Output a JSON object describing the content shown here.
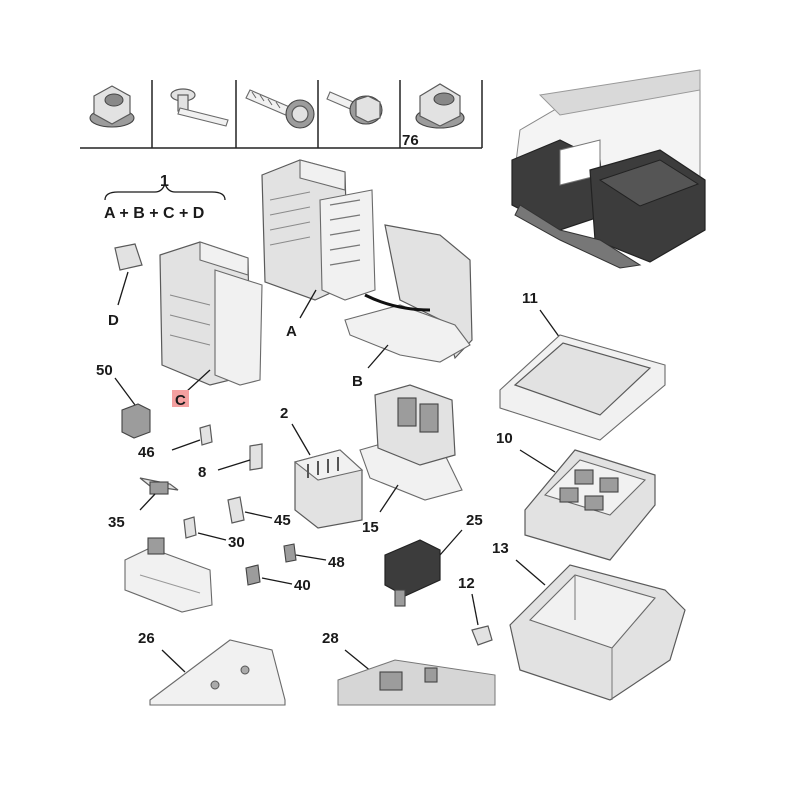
{
  "fastener_row": {
    "last_label": "76"
  },
  "assembly": {
    "number": "1",
    "formula": "A + B + C + D"
  },
  "callouts": {
    "A": "A",
    "B": "B",
    "C": "C",
    "D": "D",
    "n2": "2",
    "n8": "8",
    "n10": "10",
    "n11": "11",
    "n12": "12",
    "n13": "13",
    "n15": "15",
    "n25": "25",
    "n26": "26",
    "n28": "28",
    "n30": "30",
    "n35": "35",
    "n40": "40",
    "n45": "45",
    "n46": "46",
    "n48": "48",
    "n50": "50"
  },
  "highlight": {
    "label": "C",
    "color": "#f4a0a0"
  }
}
